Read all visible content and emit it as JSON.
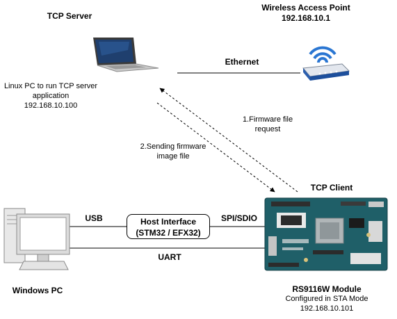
{
  "tcp_server": {
    "title": "TCP Server",
    "desc_line1": "Linux PC to run TCP server",
    "desc_line2": "application",
    "ip": "192.168.10.100"
  },
  "access_point": {
    "title": "Wireless Access Point",
    "ip": "192.168.10.1"
  },
  "links": {
    "ethernet": "Ethernet",
    "usb": "USB",
    "uart": "UART",
    "spi_sdio": "SPI/SDIO"
  },
  "messages": {
    "request_line1": "1.Firmware file",
    "request_line2": "request",
    "sending_line1": "2.Sending firmware",
    "sending_line2": "image file"
  },
  "tcp_client": {
    "title": "TCP Client"
  },
  "host_interface": {
    "line1": "Host Interface",
    "line2": "(STM32 / EFX32)"
  },
  "windows_pc": {
    "title": "Windows PC"
  },
  "module": {
    "title": "RS9116W Module",
    "mode": "Configured in STA Mode",
    "ip": "192.168.10.101"
  },
  "icons": [
    "laptop-icon",
    "router-icon",
    "desktop-pc-icon",
    "dev-board-icon"
  ]
}
